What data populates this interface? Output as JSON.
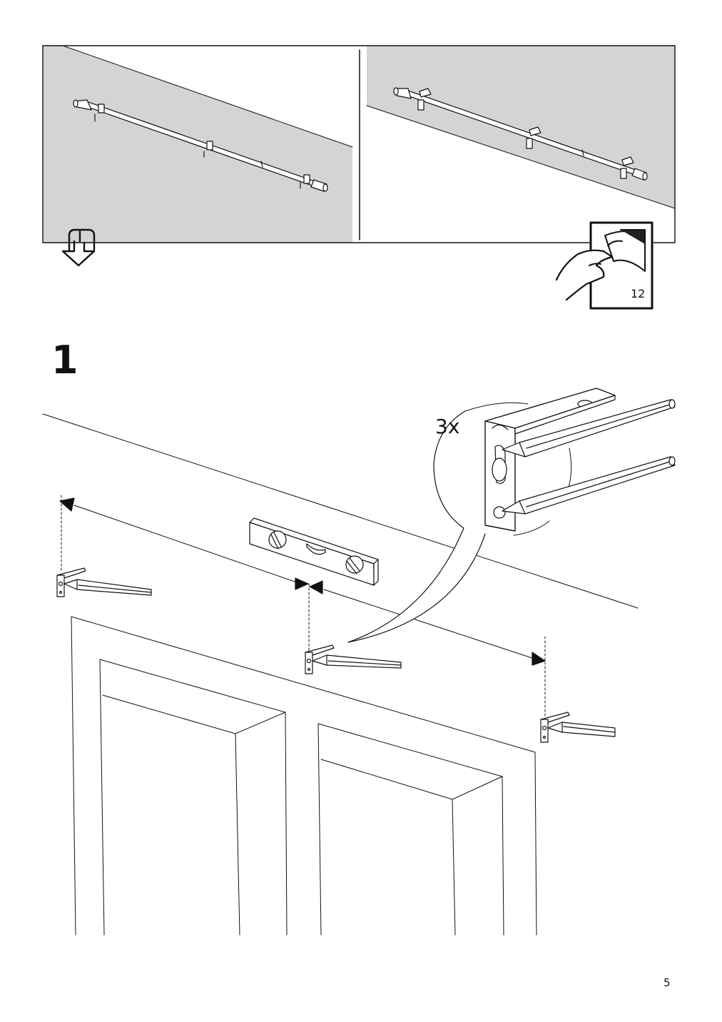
{
  "step": {
    "number": "1"
  },
  "detail": {
    "quantity": "3x"
  },
  "page_reference": {
    "target_page": "12"
  },
  "footer": {
    "page_number": "5"
  },
  "colors": {
    "wall_shade": "#d4d4d4",
    "line": "#111111",
    "paper": "#ffffff"
  },
  "icons": [
    "down-arrow-icon",
    "page-turn-icon",
    "pencil-icon",
    "spirit-level-icon",
    "bracket-icon"
  ]
}
